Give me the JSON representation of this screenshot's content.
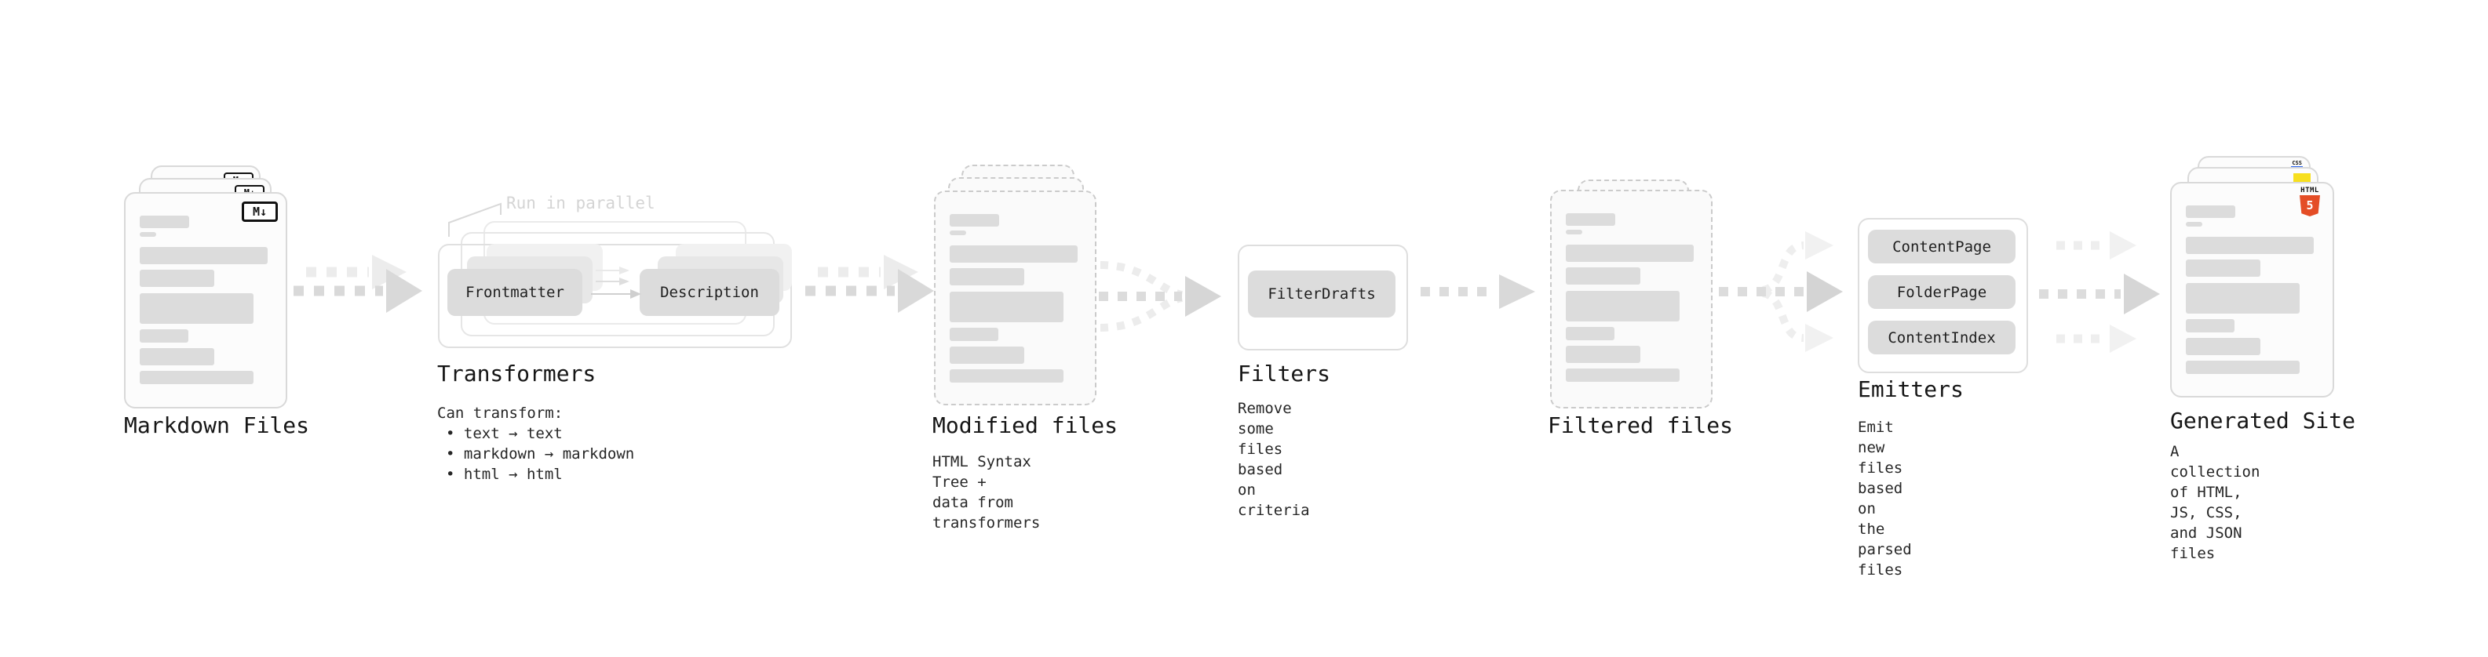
{
  "stages": {
    "markdown_files": {
      "heading": "Markdown Files",
      "badge": "M↓"
    },
    "transformers": {
      "heading": "Transformers",
      "note": "Run in parallel",
      "node_from": "Frontmatter",
      "node_to": "Description",
      "body_title": "Can transform:",
      "bullets": [
        "• text → text",
        "• markdown → markdown",
        "• html → html"
      ]
    },
    "modified_files": {
      "heading": "Modified files",
      "description": "HTML Syntax Tree +\ndata from transformers"
    },
    "filters": {
      "heading": "Filters",
      "node": "FilterDrafts",
      "description": "Remove some files based\non criteria"
    },
    "filtered_files": {
      "heading": "Filtered files"
    },
    "emitters": {
      "heading": "Emitters",
      "nodes": [
        "ContentPage",
        "FolderPage",
        "ContentIndex"
      ],
      "description": "Emit new files based on\nthe parsed files"
    },
    "generated_site": {
      "heading": "Generated Site",
      "description": "A collection of HTML,\nJS, CSS, and JSON files",
      "badges": {
        "html5_label": "HTML",
        "html5_number": "5",
        "css_label": "CSS"
      }
    }
  },
  "colors": {
    "html5_orange": "#e44d26",
    "js_yellow": "#f7df1e",
    "css_blue": "#2965f1",
    "node_gray": "#dcdcdc",
    "arrow_gray": "#d9d9d9",
    "arrow_faint": "#ececec",
    "note_gray": "#d4d4d4"
  }
}
